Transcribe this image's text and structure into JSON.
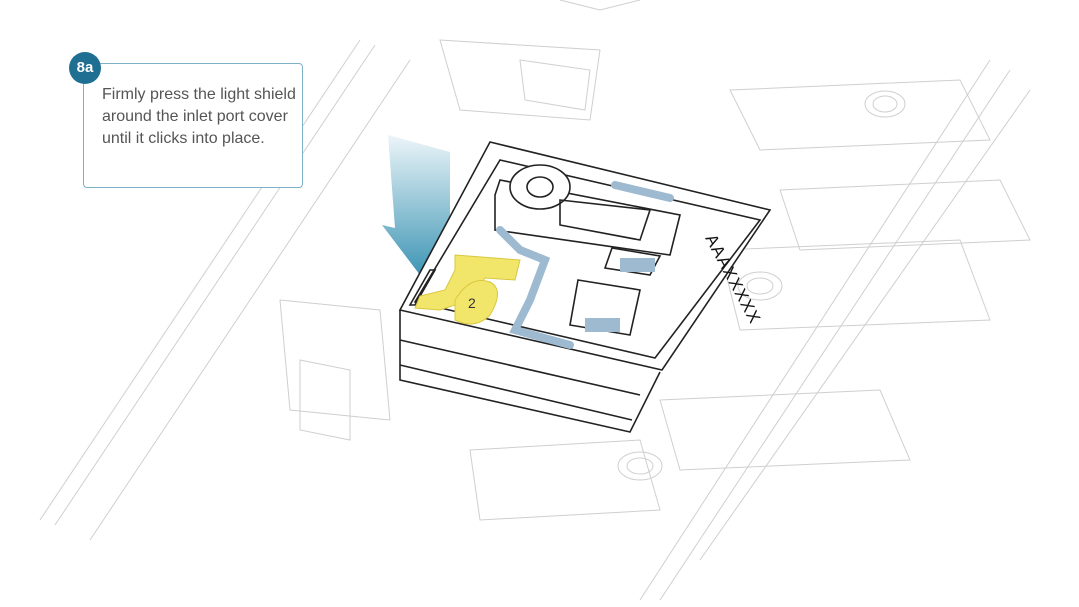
{
  "step": {
    "badge": "8a",
    "instruction": "Firmly press the light shield around the inlet port cover until it clicks into place."
  },
  "illustration": {
    "cartridge_label": "AAAXXXXX",
    "highlight_number": "2",
    "colors": {
      "arrow": "#2f8fb0",
      "highlight": "#f2e66a",
      "channel": "#9dbad0",
      "badge": "#1f6f92",
      "callout_border": "#7fb2c8"
    }
  }
}
